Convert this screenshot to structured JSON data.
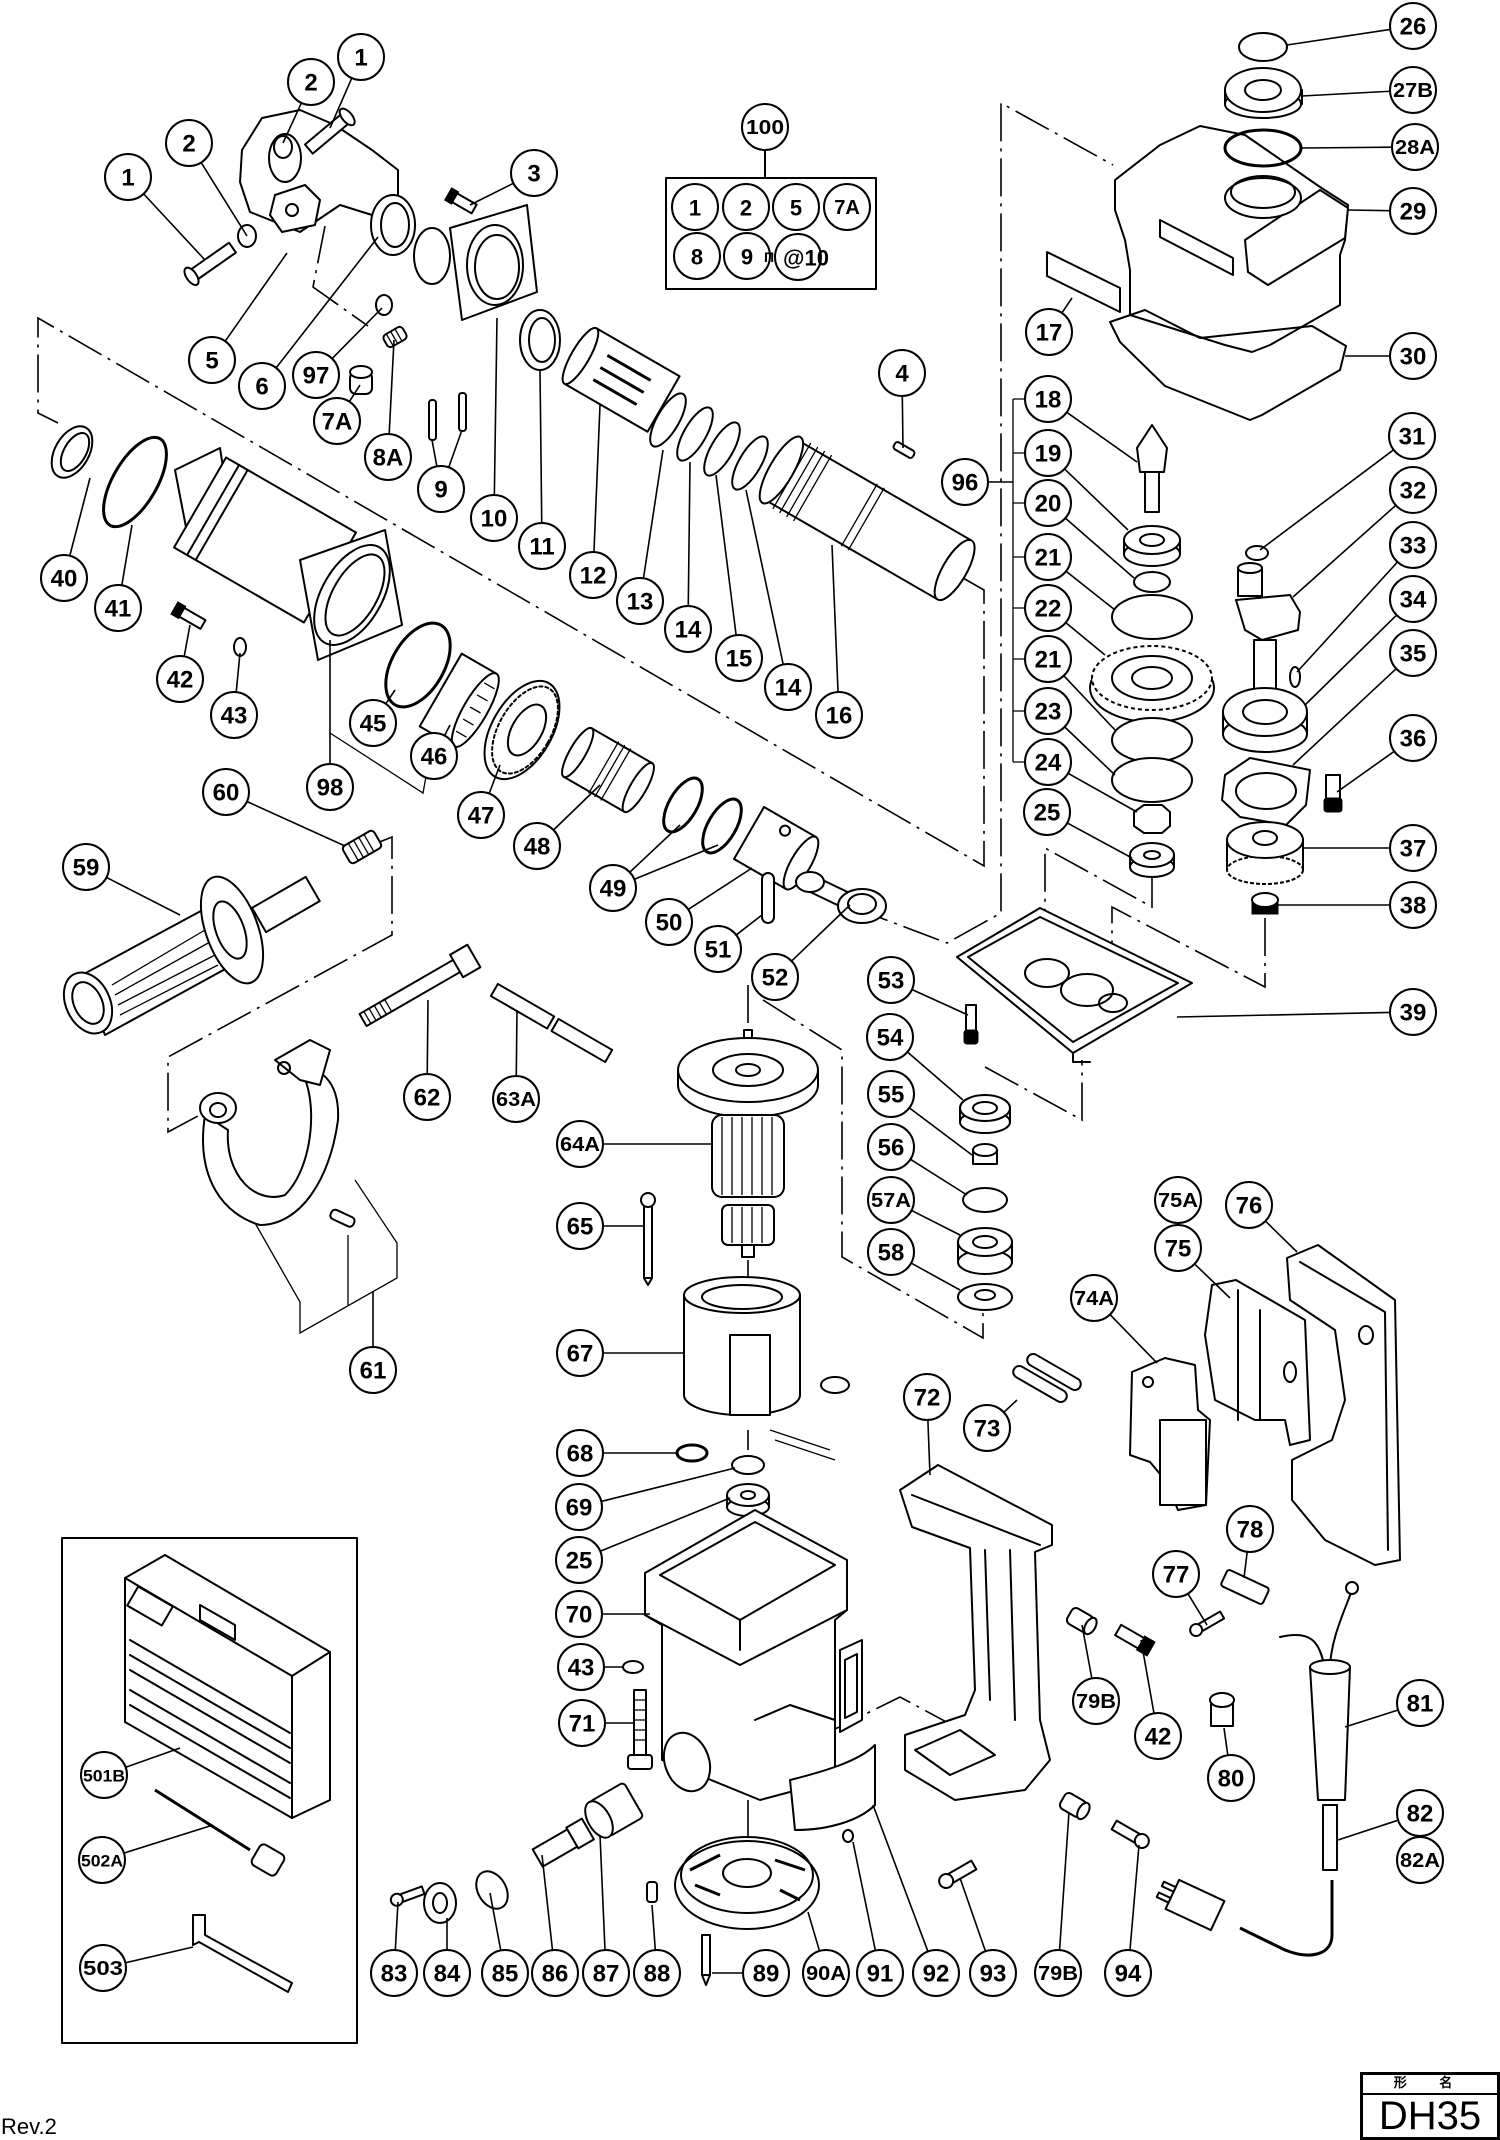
{
  "colors": {
    "ink": "#000000",
    "paper": "#ffffff"
  },
  "revision": "Rev.2",
  "title_block": {
    "header": "形 名",
    "model": "DH35"
  },
  "kit_box": {
    "label": "100",
    "items": [
      "1",
      "2",
      "5",
      "7A",
      "8",
      "9"
    ],
    "extra_glyph": "Π",
    "extra_text": "@10"
  },
  "callouts": [
    {
      "label": "1"
    },
    {
      "label": "2"
    },
    {
      "label": "1"
    },
    {
      "label": "2"
    },
    {
      "label": "3"
    },
    {
      "label": "5"
    },
    {
      "label": "6"
    },
    {
      "label": "97"
    },
    {
      "label": "7A"
    },
    {
      "label": "8A"
    },
    {
      "label": "9"
    },
    {
      "label": "10"
    },
    {
      "label": "11"
    },
    {
      "label": "12"
    },
    {
      "label": "13"
    },
    {
      "label": "14"
    },
    {
      "label": "15"
    },
    {
      "label": "14"
    },
    {
      "label": "16"
    },
    {
      "label": "4"
    },
    {
      "label": "96"
    },
    {
      "label": "40"
    },
    {
      "label": "41"
    },
    {
      "label": "42"
    },
    {
      "label": "43"
    },
    {
      "label": "45"
    },
    {
      "label": "46"
    },
    {
      "label": "98"
    },
    {
      "label": "60"
    },
    {
      "label": "47"
    },
    {
      "label": "48"
    },
    {
      "label": "49"
    },
    {
      "label": "50"
    },
    {
      "label": "51"
    },
    {
      "label": "52"
    },
    {
      "label": "53"
    },
    {
      "label": "59"
    },
    {
      "label": "62"
    },
    {
      "label": "63A"
    },
    {
      "label": "64A"
    },
    {
      "label": "65"
    },
    {
      "label": "61"
    },
    {
      "label": "67"
    },
    {
      "label": "68"
    },
    {
      "label": "69"
    },
    {
      "label": "25"
    },
    {
      "label": "70"
    },
    {
      "label": "43"
    },
    {
      "label": "71"
    },
    {
      "label": "54"
    },
    {
      "label": "55"
    },
    {
      "label": "56"
    },
    {
      "label": "57A"
    },
    {
      "label": "58"
    },
    {
      "label": "17"
    },
    {
      "label": "18"
    },
    {
      "label": "19"
    },
    {
      "label": "20"
    },
    {
      "label": "21"
    },
    {
      "label": "22"
    },
    {
      "label": "21"
    },
    {
      "label": "23"
    },
    {
      "label": "24"
    },
    {
      "label": "25"
    },
    {
      "label": "26"
    },
    {
      "label": "27B"
    },
    {
      "label": "28A"
    },
    {
      "label": "29"
    },
    {
      "label": "30"
    },
    {
      "label": "31"
    },
    {
      "label": "32"
    },
    {
      "label": "33"
    },
    {
      "label": "34"
    },
    {
      "label": "35"
    },
    {
      "label": "36"
    },
    {
      "label": "37"
    },
    {
      "label": "38"
    },
    {
      "label": "39"
    },
    {
      "label": "72"
    },
    {
      "label": "73"
    },
    {
      "label": "74A"
    },
    {
      "label": "75A"
    },
    {
      "label": "75"
    },
    {
      "label": "76"
    },
    {
      "label": "77"
    },
    {
      "label": "78"
    },
    {
      "label": "79B"
    },
    {
      "label": "42"
    },
    {
      "label": "80"
    },
    {
      "label": "81"
    },
    {
      "label": "82"
    },
    {
      "label": "82A"
    },
    {
      "label": "501B"
    },
    {
      "label": "502A"
    },
    {
      "label": "503"
    },
    {
      "label": "83"
    },
    {
      "label": "84"
    },
    {
      "label": "85"
    },
    {
      "label": "86"
    },
    {
      "label": "87"
    },
    {
      "label": "88"
    },
    {
      "label": "89"
    },
    {
      "label": "90A"
    },
    {
      "label": "91"
    },
    {
      "label": "92"
    },
    {
      "label": "93"
    },
    {
      "label": "79B"
    },
    {
      "label": "94"
    }
  ]
}
